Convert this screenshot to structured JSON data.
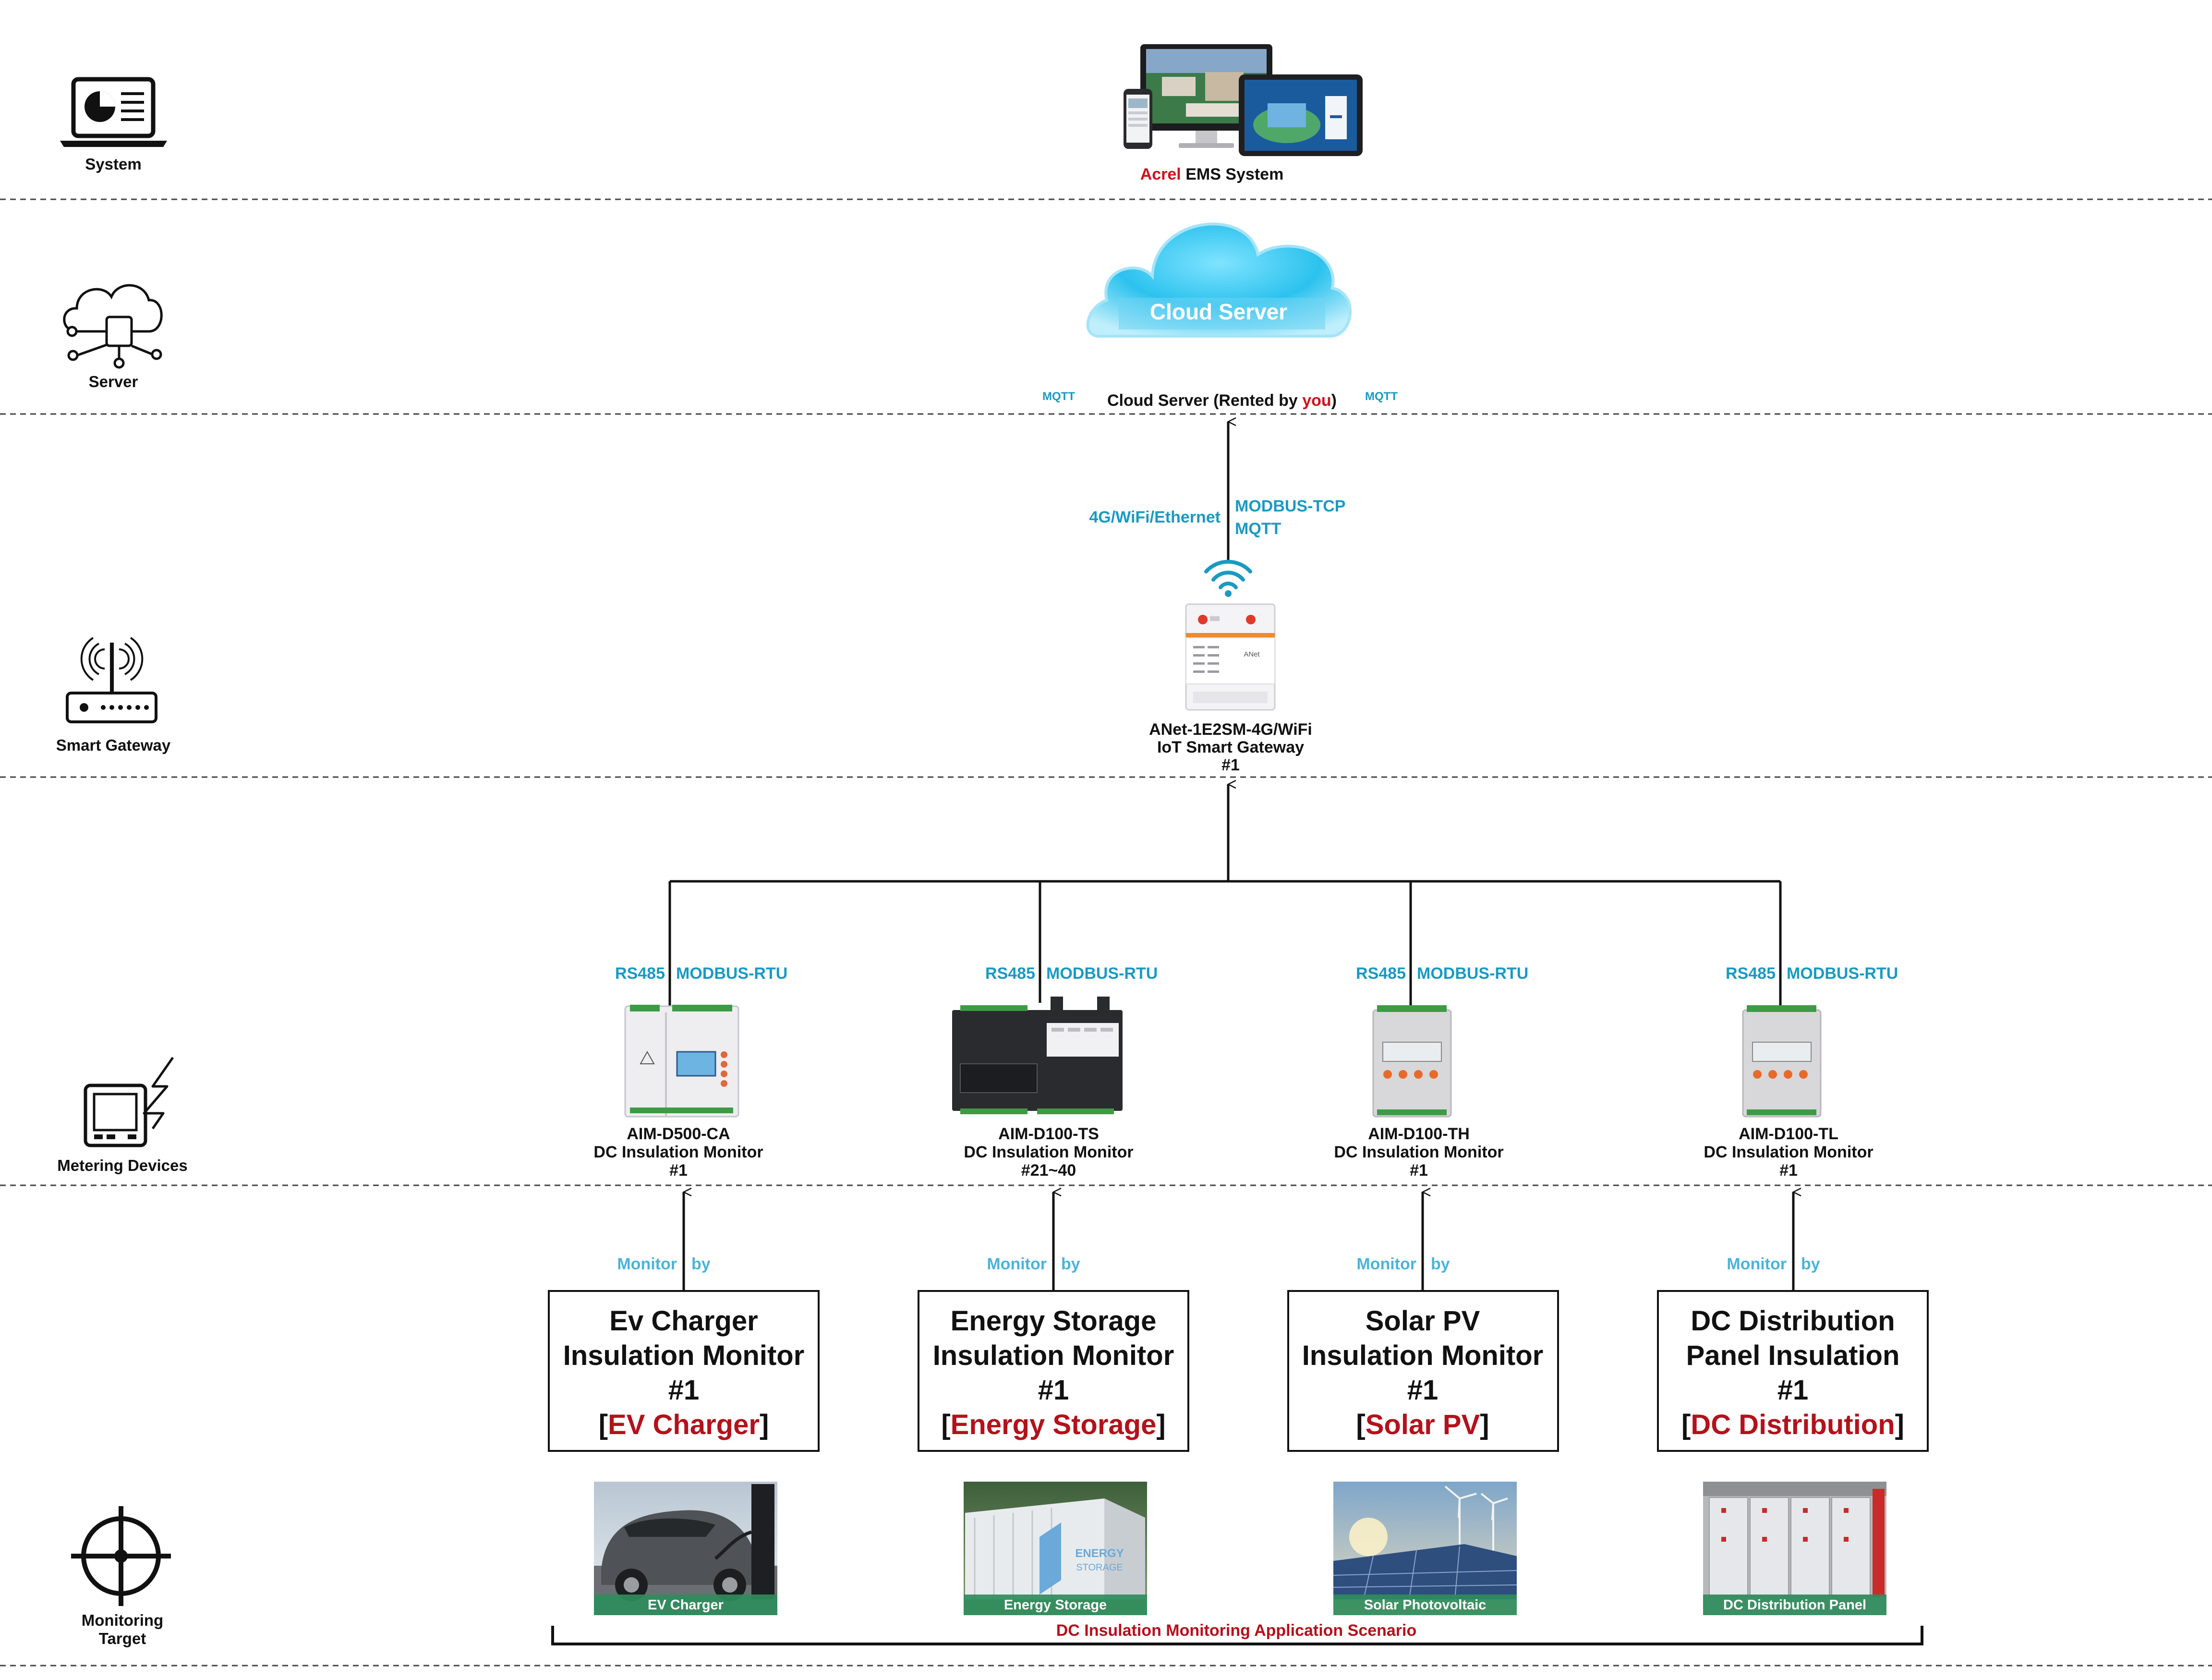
{
  "layers": {
    "system": "System",
    "server": "Server",
    "gateway": "Smart Gateway",
    "metering": "Metering Devices",
    "target_line1": "Monitoring",
    "target_line2": "Target"
  },
  "ems": {
    "brand": "Acrel",
    "rest": " EMS System"
  },
  "cloud": {
    "title": "Cloud Server",
    "caption_pre": "Cloud Server (Rented by ",
    "caption_you": "you",
    "caption_post": ")",
    "mqtt_left": "MQTT",
    "mqtt_right": "MQTT"
  },
  "uplink": {
    "left": "4G/WiFi/Ethernet",
    "right1": "MODBUS-TCP",
    "right2": "MQTT"
  },
  "gateway": {
    "brand": "ANet",
    "line1": "ANet-1E2SM-4G/WiFi",
    "line2": "IoT Smart Gateway",
    "line3": "#1"
  },
  "bus": {
    "rs485": "RS485",
    "modbus": "MODBUS-RTU"
  },
  "devices": [
    {
      "model": "AIM-D500-CA",
      "desc": "DC Insulation Monitor",
      "num": "#1"
    },
    {
      "model": "AIM-D100-TS",
      "desc": "DC Insulation Monitor",
      "num": "#21~40"
    },
    {
      "model": "AIM-D100-TH",
      "desc": "DC Insulation Monitor",
      "num": "#1"
    },
    {
      "model": "AIM-D100-TL",
      "desc": "DC Insulation Monitor",
      "num": "#1"
    }
  ],
  "monitor_by": {
    "monitor": "Monitor",
    "by": "by"
  },
  "targets": [
    {
      "l1": "Ev Charger",
      "l2": "Insulation Monitor",
      "l3": "#1",
      "tag": "EV Charger"
    },
    {
      "l1": "Energy Storage",
      "l2": "Insulation Monitor",
      "l3": "#1",
      "tag": "Energy Storage"
    },
    {
      "l1": "Solar PV",
      "l2": "Insulation Monitor",
      "l3": "#1",
      "tag": "Solar PV"
    },
    {
      "l1": "DC Distribution",
      "l2": "Panel Insulation",
      "l3": "#1",
      "tag": "DC Distribution"
    }
  ],
  "photos": [
    "EV Charger",
    "Energy Storage",
    "Solar Photovoltaic",
    "DC Distribution Panel"
  ],
  "storage_sign": {
    "l1": "ENERGY",
    "l2": "STORAGE"
  },
  "scenario": "DC Insulation Monitoring Application Scenario",
  "colors": {
    "cyan": "#1a9ac2",
    "red": "#d0111b",
    "dark_red": "#b3121b",
    "line": "#111111",
    "photo_band": "#2f8c5c"
  }
}
